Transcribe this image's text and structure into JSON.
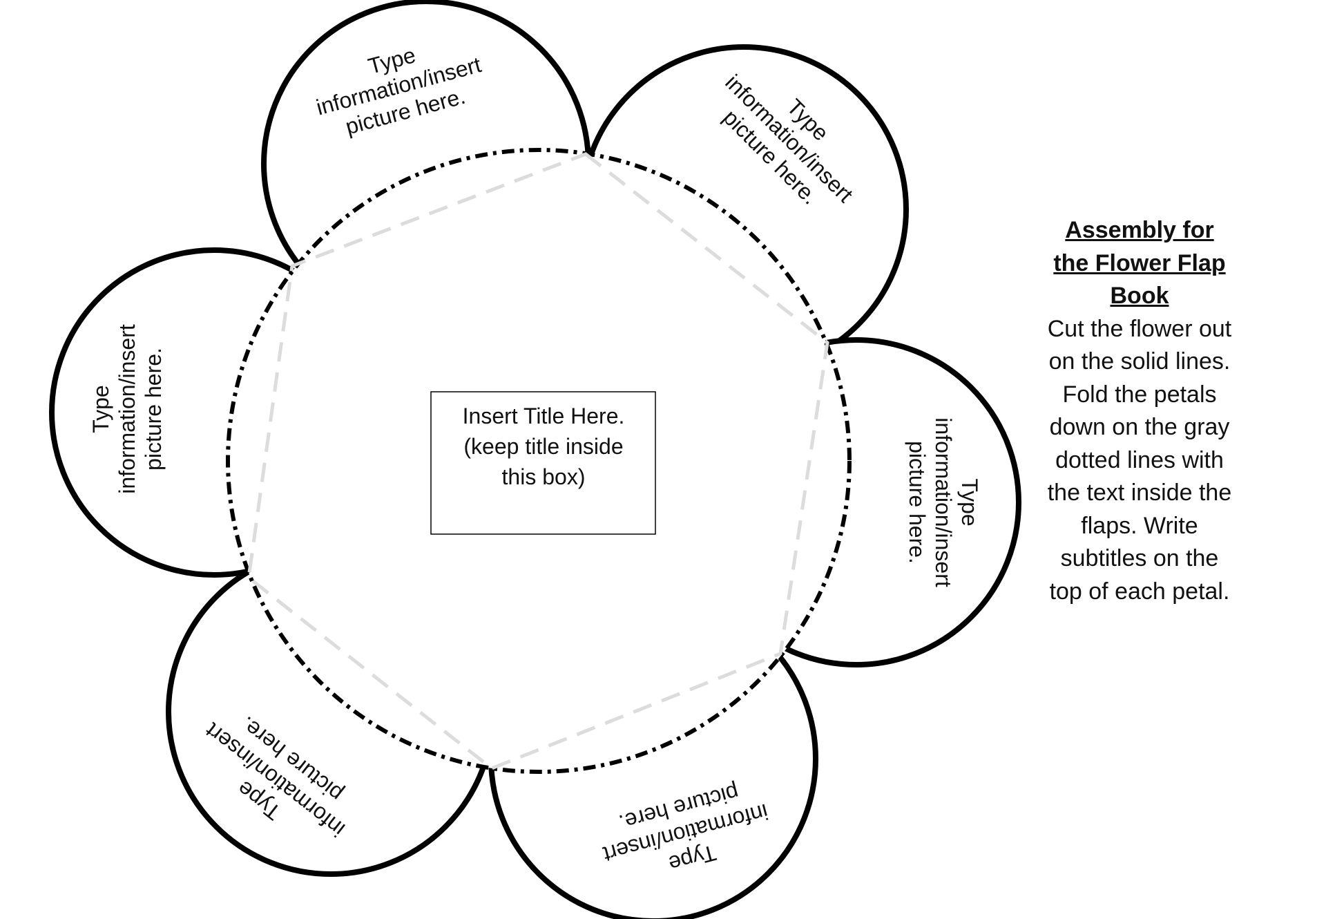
{
  "petal_text": [
    "Type",
    "information/insert",
    "picture here."
  ],
  "title_box": [
    "Insert Title Here.",
    "(keep title inside",
    "this box)"
  ],
  "assembly": {
    "title": "Assembly for the Flower Flap Book",
    "body": "Cut the flower out on the solid lines. Fold the petals down on the gray dotted lines with the text inside the flaps. Write subtitles on the top of each petal."
  },
  "colors": {
    "outline": "#000000",
    "fold_line": "#dcdcdc",
    "text": "#111111"
  }
}
